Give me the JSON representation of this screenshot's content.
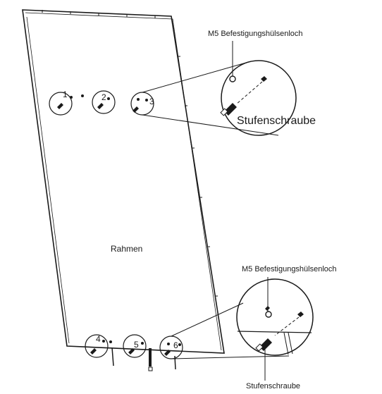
{
  "labels": {
    "frame": "Rahmen",
    "top_callout": "M5 Befestigungshülsenloch",
    "top_detail": "Stufenschraube",
    "bottom_callout": "M5 Befestigungshülsenloch",
    "bottom_detail": "Stufenschraube"
  },
  "markers": [
    "1",
    "2",
    "3",
    "4",
    "5",
    "6"
  ]
}
